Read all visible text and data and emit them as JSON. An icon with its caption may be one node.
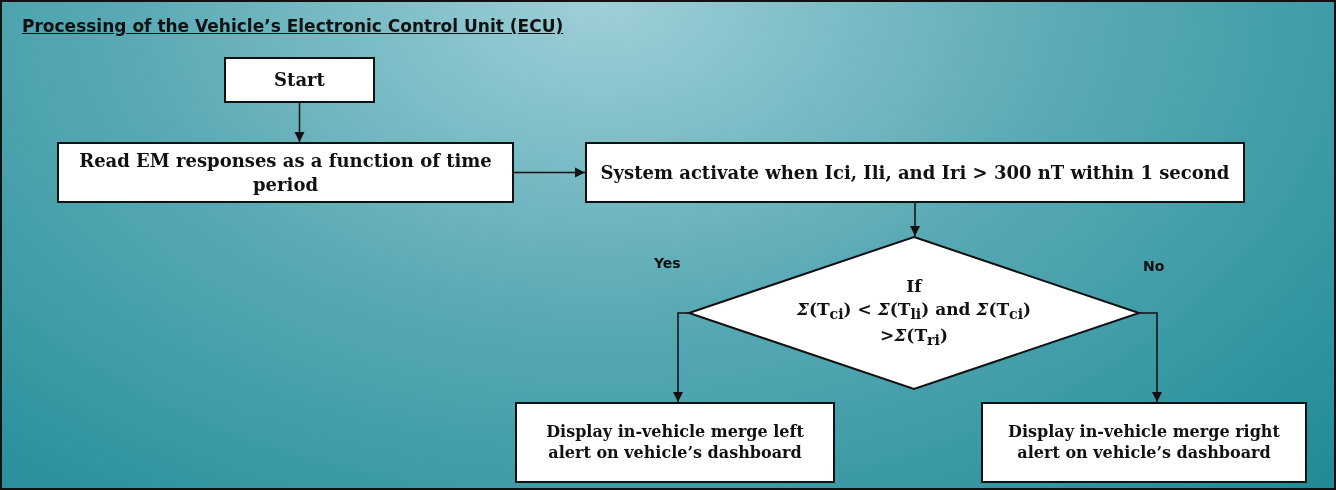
{
  "diagram": {
    "title": "Processing of the Vehicle’s Electronic Control Unit (ECU)",
    "nodes": [
      {
        "text": [
          "Start"
        ]
      },
      {
        "text": [
          "Read EM responses as a function of time period"
        ]
      },
      {
        "text": [
          "System activate when Ici, Ili, and Iri > 300 nT within 1 second"
        ]
      },
      {
        "text": [
          "If",
          "*Σ*(T$_{ci}$) < *Σ*(T$_{li}$) and *Σ*(T$_{ci}$) >*Σ*(T$_{ri}$)"
        ]
      },
      {
        "text": [
          "Display in-vehicle merge left alert on vehicle’s dashboard"
        ]
      },
      {
        "text": [
          "Display in-vehicle merge right alert on vehicle’s dashboard"
        ]
      }
    ],
    "edges": [
      {
        "from": 0,
        "to": 1,
        "arrow": "to"
      },
      {
        "from": 1,
        "to": 2,
        "arrow": "to"
      },
      {
        "from": 2,
        "to": 3,
        "arrow": "to"
      },
      {
        "from": 3,
        "to": 4,
        "arrow": "to",
        "label": "Yes"
      },
      {
        "from": 3,
        "to": 5,
        "arrow": "to",
        "label": "No"
      }
    ]
  }
}
